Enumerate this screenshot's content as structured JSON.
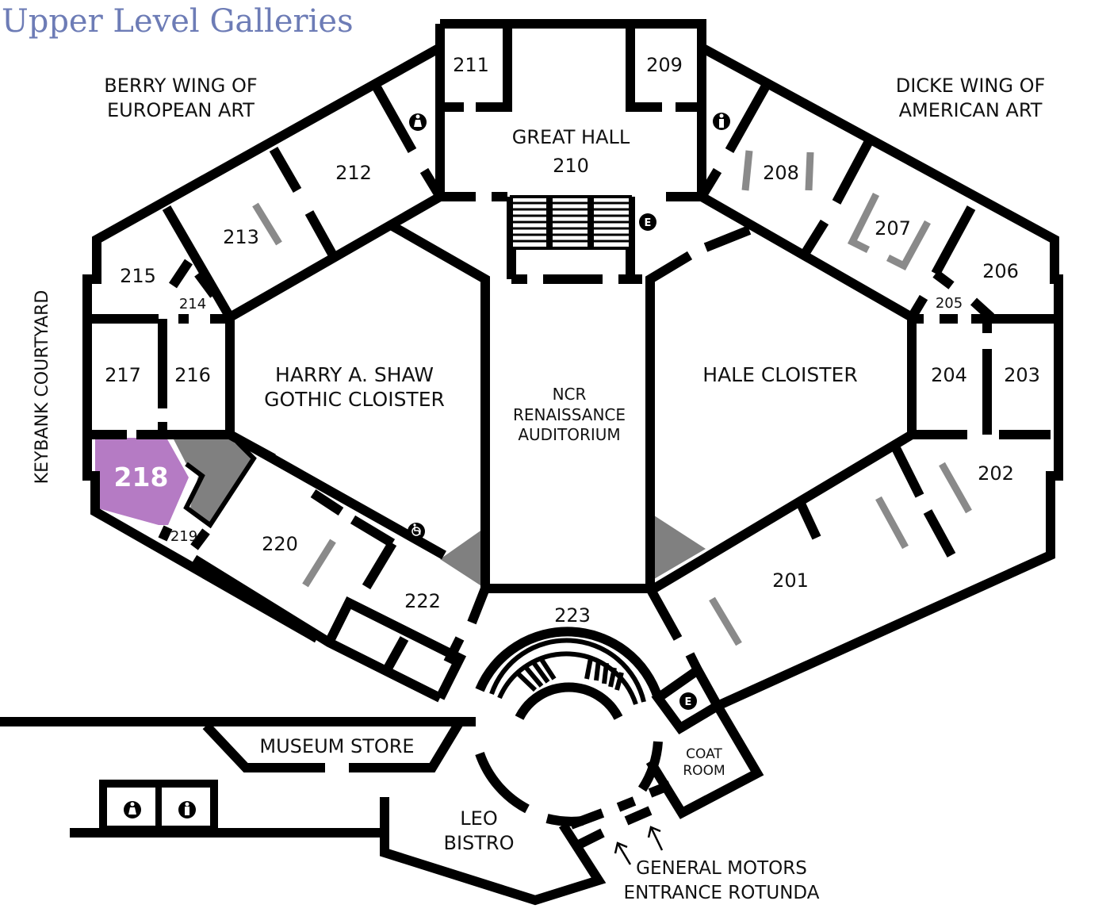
{
  "title": "Upper Level Galleries",
  "highlight": {
    "room": "218",
    "color": "#b57bc4"
  },
  "colors": {
    "title": "#6d7cb6",
    "walls": "#000000",
    "shaded": "#808080",
    "partition": "#8a8a8a"
  },
  "wings": {
    "west": [
      "BERRY WING OF",
      "EUROPEAN ART"
    ],
    "east": [
      "DICKE WING OF",
      "AMERICAN ART"
    ]
  },
  "courtyard": "KEYBANK COURTYARD",
  "halls": {
    "great_hall": [
      "GREAT HALL",
      "210"
    ],
    "shaw": [
      "HARRY A. SHAW",
      "GOTHIC CLOISTER"
    ],
    "hale": "HALE CLOISTER",
    "auditorium": [
      "NCR",
      "RENAISSANCE",
      "AUDITORIUM"
    ],
    "store": "MUSEUM STORE",
    "bistro": [
      "LEO",
      "BISTRO"
    ],
    "coat": [
      "COAT",
      "ROOM"
    ],
    "rotunda": [
      "GENERAL MOTORS",
      "ENTRANCE ROTUNDA"
    ]
  },
  "rooms": {
    "r201": "201",
    "r202": "202",
    "r203": "203",
    "r204": "204",
    "r205": "205",
    "r206": "206",
    "r207": "207",
    "r208": "208",
    "r209": "209",
    "r211": "211",
    "r212": "212",
    "r213": "213",
    "r214": "214",
    "r215": "215",
    "r216": "216",
    "r217": "217",
    "r218": "218",
    "r219": "219",
    "r220": "220",
    "r222": "222",
    "r223": "223"
  },
  "icons": {
    "restroom": "restroom-icon",
    "elevator": "elevator-icon",
    "elevator_letter": "E",
    "accessible": "wheelchair-icon",
    "arrow": "up-arrow-icon"
  }
}
